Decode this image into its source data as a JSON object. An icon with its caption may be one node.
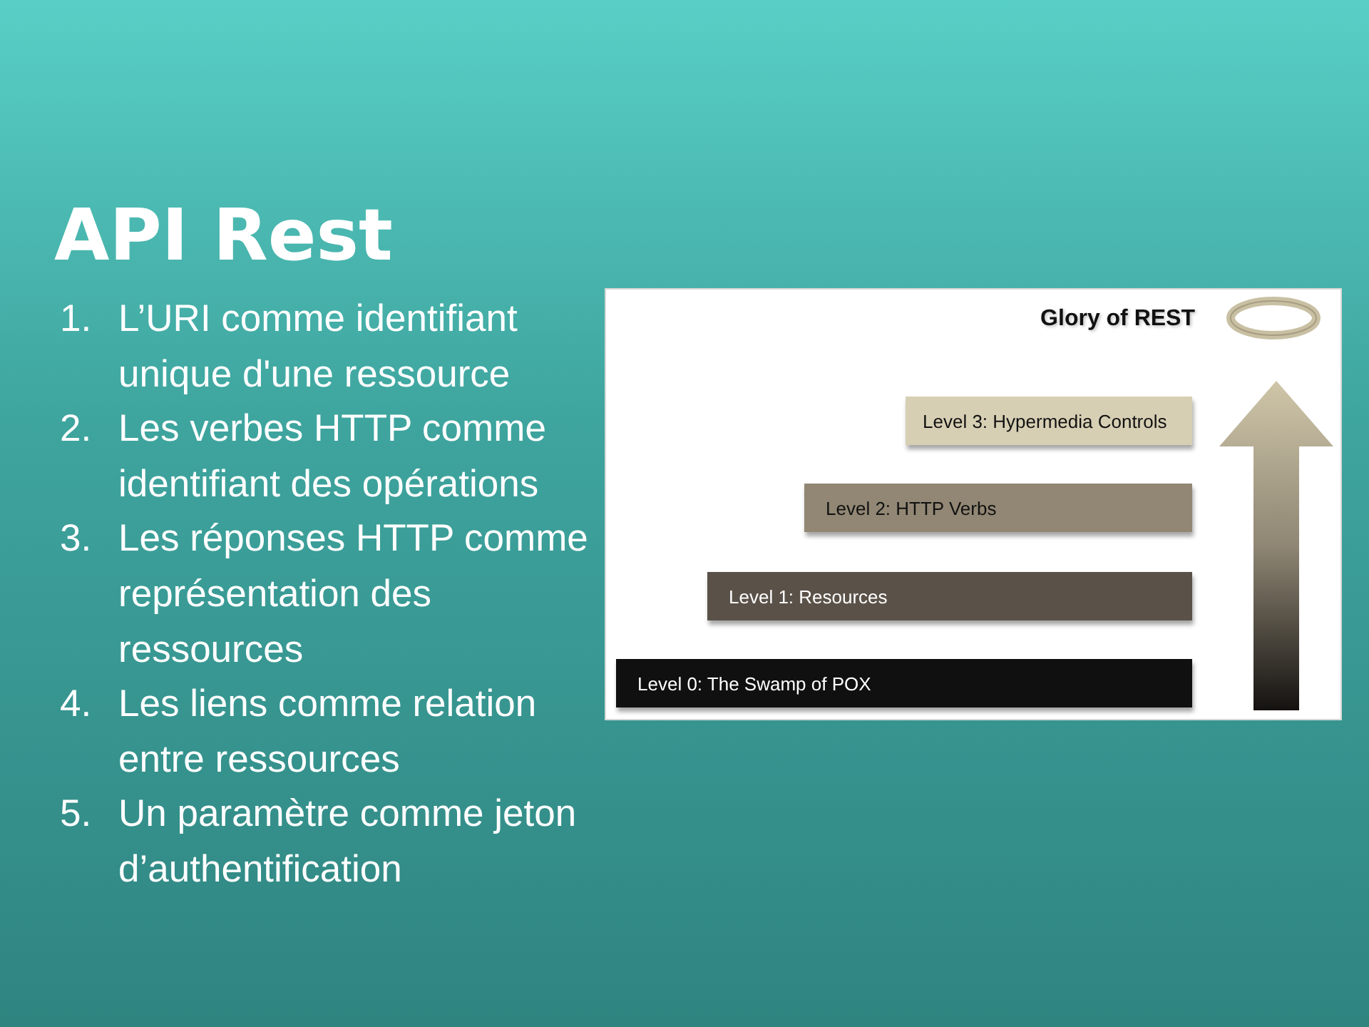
{
  "diagram": {
    "title": "API Rest",
    "nodes": [
      {
        "text": [
          "Level 3: Hypermedia Controls"
        ]
      },
      {
        "text": [
          "Level 2: HTTP Verbs"
        ]
      },
      {
        "text": [
          "Level 1: Resources"
        ]
      },
      {
        "text": [
          "Level 0: The Swamp of POX"
        ]
      },
      {
        "text": [],
        "shape": "ring",
        "beside": [
          "Glory of REST"
        ]
      }
    ],
    "labels": [
      "1.",
      "L’URI comme identifiant unique d'une ressource",
      "2.",
      "Les verbes HTTP comme identifiant des opérations",
      "3.",
      "Les réponses HTTP comme représentation des ressources",
      "4.",
      "Les liens comme relation entre ressources",
      "5.",
      "Un paramètre comme jeton d’authentification"
    ]
  }
}
